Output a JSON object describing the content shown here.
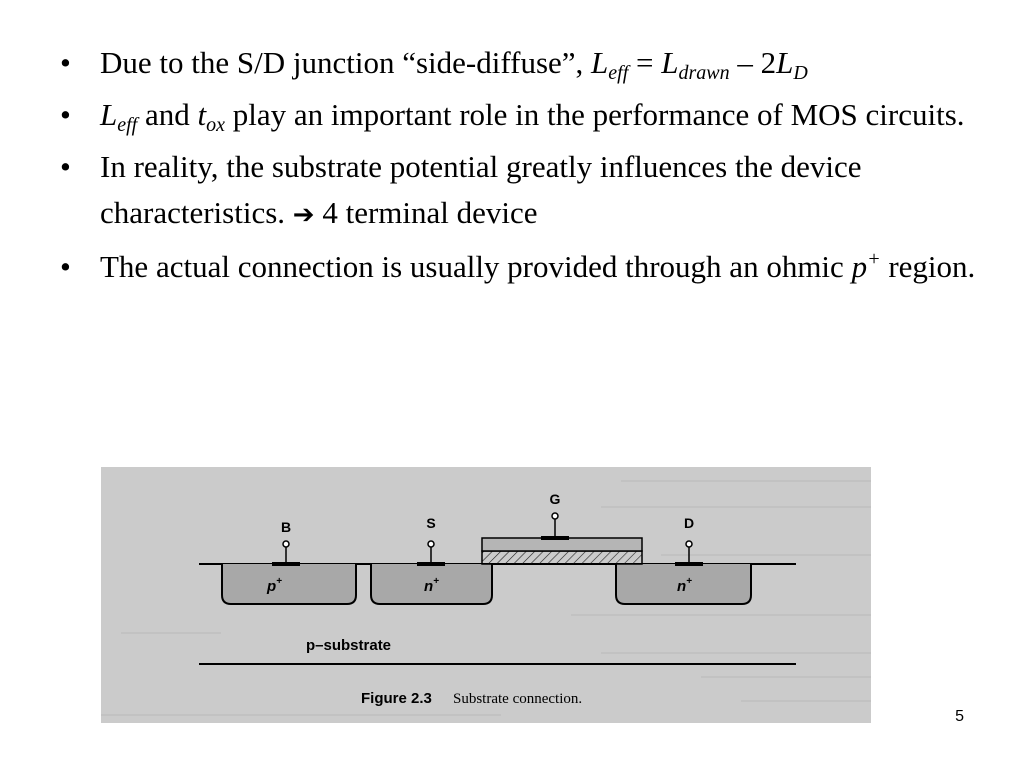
{
  "bullets": [
    {
      "text_1": "Due to the S/D junction “side-diffuse”, ",
      "leff_L": "L",
      "leff_sub": "eff",
      "eq": " = ",
      "ldrawn_L": "L",
      "ldrawn_sub": "drawn",
      "minus": " – 2",
      "ld_L": "L",
      "ld_sub": "D"
    },
    {
      "leff_L": "L",
      "leff_sub": "eff",
      "text_and": " and ",
      "tox_t": "t",
      "tox_sub": "ox",
      "text_rest": " play an important role in the performance of MOS circuits."
    },
    {
      "text_1": "In reality, the substrate potential greatly influences the device characteristics. ",
      "arrow": "➔",
      "text_2": " 4 terminal device"
    },
    {
      "text_1": "The actual connection is usually provided through an ohmic ",
      "p": "p",
      "p_sup": "+",
      "text_2": " region."
    }
  ],
  "figure": {
    "terminals": {
      "b": "B",
      "s": "S",
      "g": "G",
      "d": "D"
    },
    "regions": {
      "p_plus_base": "p",
      "p_plus_sup": "+",
      "n1_base": "n",
      "n1_sup": "+",
      "n2_base": "n",
      "n2_sup": "+"
    },
    "substrate_label": "p–substrate",
    "caption_title": "Figure 2.3",
    "caption_text": "Substrate connection."
  },
  "page_number": "5"
}
